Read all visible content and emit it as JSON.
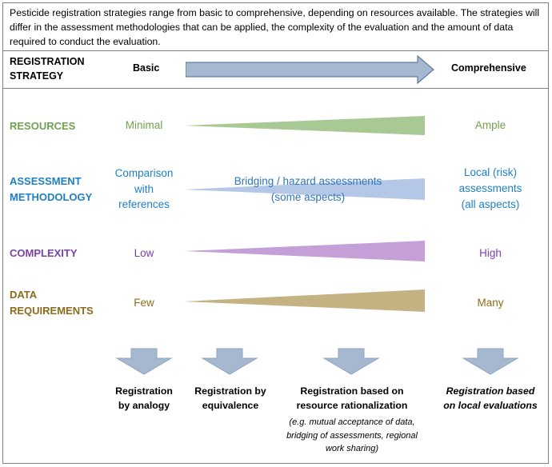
{
  "intro_text": "Pesticide registration strategies range from basic to comprehensive, depending on resources available. The strategies will differ in the assessment methodologies that can be applied, the complexity of the evaluation and the amount of data required to conduct the evaluation.",
  "header": {
    "label_line1": "REGISTRATION",
    "label_line2": "STRATEGY",
    "basic": "Basic",
    "comprehensive": "Comprehensive",
    "arrow_color": "#a6b8d0"
  },
  "rows": [
    {
      "label_line1": "RESOURCES",
      "label_line2": "",
      "left": "Minimal",
      "right": "Ample",
      "color": "#70a24f",
      "wedge_color": "#a9c994"
    },
    {
      "label_line1": "ASSESSMENT",
      "label_line2": "METHODOLOGY",
      "left": [
        "Comparison",
        "with",
        "references"
      ],
      "middle": [
        "Bridging / hazard assessments",
        "(some aspects)"
      ],
      "right": [
        "Local (risk)",
        "assessments",
        "(all aspects)"
      ],
      "color": "#1f7fc6",
      "wedge_color": "#b4c7e7"
    },
    {
      "label_line1": "COMPLEXITY",
      "label_line2": "",
      "left": "Low",
      "right": "High",
      "color": "#7d3fa8",
      "wedge_color": "#c5a0d8"
    },
    {
      "label_line1": "DATA",
      "label_line2": "REQUIREMENTS",
      "left": "Few",
      "right": "Many",
      "color": "#8c6b1a",
      "wedge_color": "#c4b283"
    }
  ],
  "outcomes": [
    {
      "line1": "Registration",
      "line2": "by analogy",
      "italic": false
    },
    {
      "line1": "Registration by",
      "line2": "equivalence",
      "italic": false
    },
    {
      "line1": "Registration based on",
      "line2": "resource rationalization",
      "italic": false,
      "note": [
        "(e.g. mutual acceptance of data,",
        "bridging of assessments, regional",
        "work sharing)"
      ]
    },
    {
      "line1": "Registration based",
      "line2": "on local evaluations",
      "italic": true
    }
  ],
  "down_arrow_color": "#a6b8d0"
}
